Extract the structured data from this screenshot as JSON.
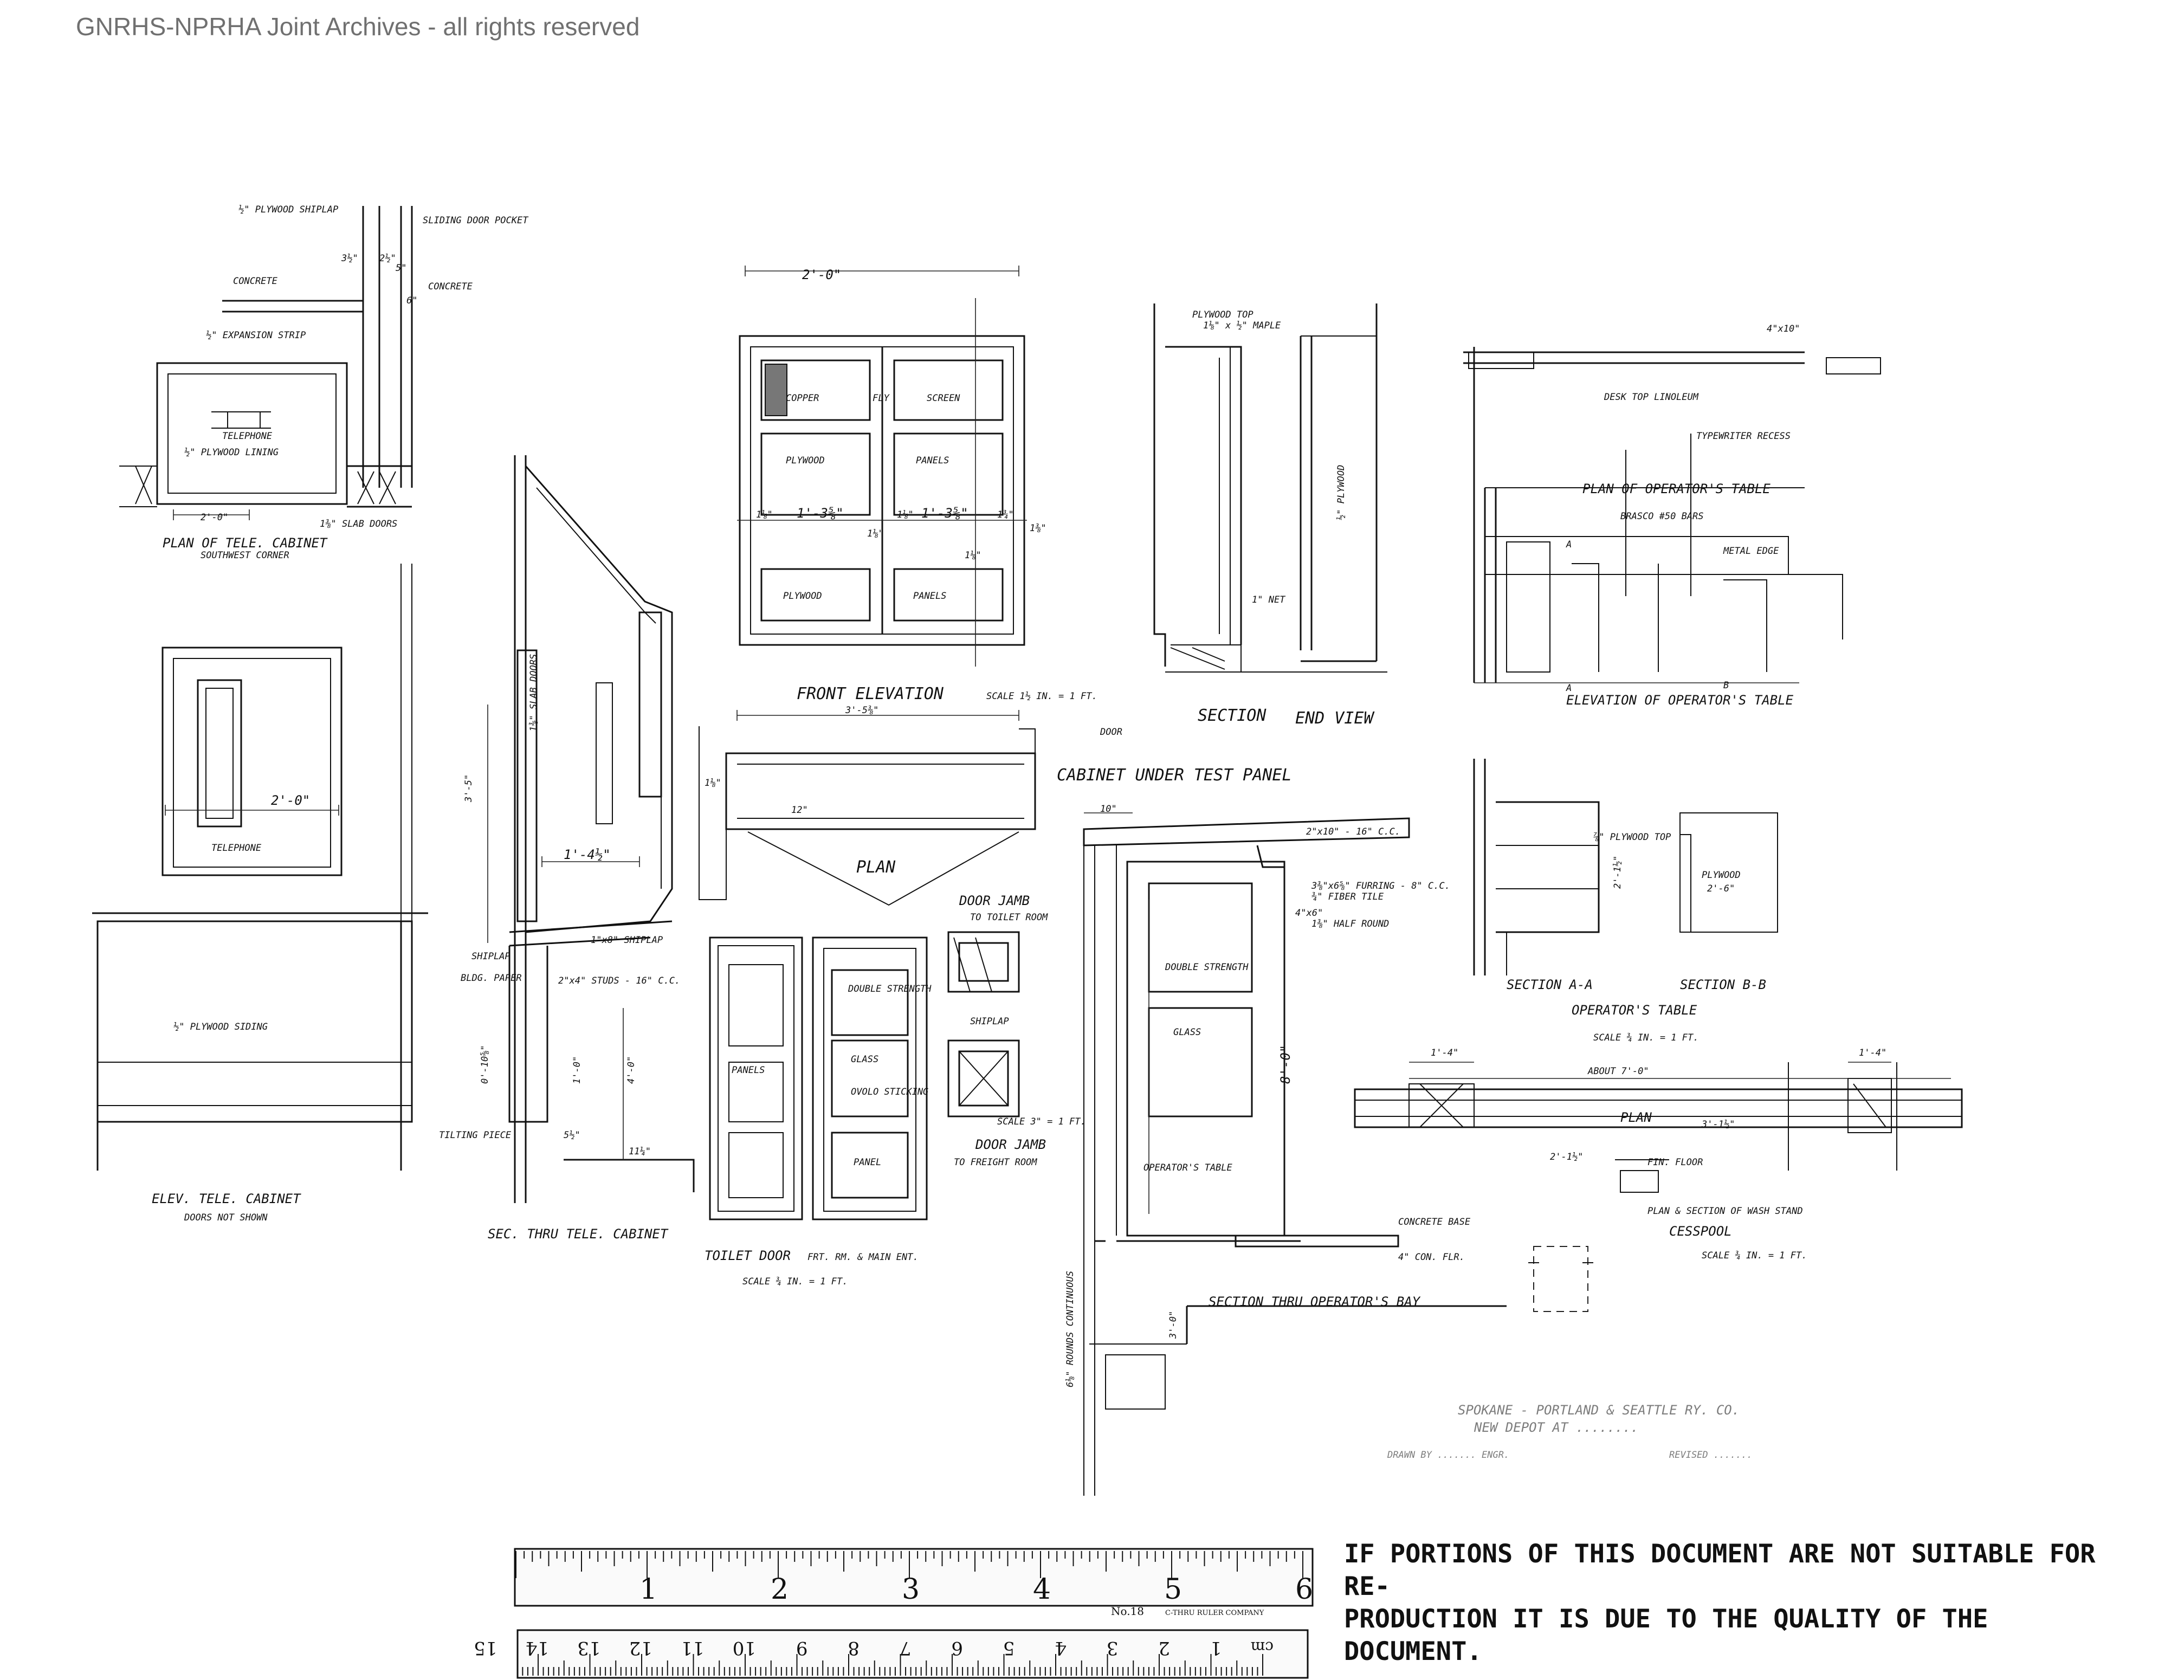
{
  "header": {
    "text": "GNRHS-NPRHA Joint Archives - all rights reserved"
  },
  "views": {
    "tele_plan": {
      "title": "PLAN OF TELE. CABINET",
      "subtitle": "SOUTHWEST CORNER",
      "labels": [
        "½\" PLYWOOD SHIPLAP",
        "SLIDING DOOR POCKET",
        "CONCRETE",
        "CONCRETE",
        "½\" EXPANSION STRIP",
        "TELEPHONE",
        "½\" PLYWOOD LINING",
        "2'-0\"",
        "1⅜\" SLAB DOORS",
        "3½\"",
        "2½\"",
        "5\"",
        "6\""
      ]
    },
    "tele_elev": {
      "title": "ELEV. TELE. CABINET",
      "subtitle": "DOORS NOT SHOWN",
      "labels": [
        "2'-0\"",
        "TELEPHONE",
        "½\" PLYWOOD SIDING"
      ]
    },
    "tele_section": {
      "title": "SEC. THRU TELE. CABINET",
      "labels": [
        "1⅜\" SLAB DOORS",
        "3'-5\"",
        "1'-4½\"",
        "SHIPLAP",
        "BLDG. PAPER",
        "1\"x8\" SHIPLAP",
        "2\"x4\" STUDS - 16\" C.C.",
        "0'-10⅝\"",
        "1'-0\"",
        "4'-0\"",
        "TILTING PIECE",
        "5½\"",
        "11¼\""
      ]
    },
    "front_elev": {
      "title": "FRONT ELEVATION",
      "scale": "SCALE 1½ IN. = 1 FT.",
      "labels": [
        "2'-0\"",
        "COPPER",
        "FLY",
        "SCREEN",
        "PLYWOOD",
        "PANELS",
        "PLYWOOD",
        "PANELS",
        "1'-3⅝\"",
        "1'-3⅝\"",
        "1⅛\"",
        "1⅛\"",
        "1⅜\"",
        "1¾\"",
        "1⅛\"",
        "1⅛\""
      ]
    },
    "section_end": {
      "section_title": "SECTION",
      "end_title": "END VIEW",
      "labels": [
        "PLYWOOD TOP",
        "1⅛\" x ½\" MAPLE",
        "½\" PLYWOOD",
        "1\" NET"
      ]
    },
    "cabinet_plan": {
      "title": "CABINET UNDER TEST PANEL",
      "plan_title": "PLAN",
      "labels": [
        "3'-5⅜\"",
        "DOOR",
        "1⅛\"",
        "12\""
      ]
    },
    "doors": {
      "title": "TOILET DOOR",
      "title2": "FRT. RM. & MAIN ENT.",
      "scale": "SCALE ¾ IN. = 1 FT.",
      "labels": [
        "PANELS",
        "DOUBLE STRENGTH",
        "GLASS",
        "OVOLO STICKING",
        "PANEL"
      ]
    },
    "door_jamb": {
      "title1": "DOOR JAMB",
      "sub1": "TO TOILET ROOM",
      "title2": "DOOR JAMB",
      "sub2": "TO FREIGHT ROOM",
      "scale": "SCALE 3\" = 1 FT.",
      "labels": [
        "SHIPLAP"
      ]
    },
    "operator_bay": {
      "title": "SECTION THRU OPERATOR'S BAY",
      "labels": [
        "10\"",
        "2\"x10\" - 16\" C.C.",
        "3⅜\"x6⅝\" FURRING - 8\" C.C.",
        "¾\" FIBER TILE",
        "4\"x6\"",
        "1⅜\" HALF ROUND",
        "DOUBLE STRENGTH",
        "GLASS",
        "OPERATOR'S TABLE",
        "CONCRETE BASE",
        "4\" CON. FLR.",
        "8'-0\"",
        "6⅛\" ROUNDS CONTINUOUS",
        "3'-0\""
      ]
    },
    "operator_table": {
      "plan_title": "PLAN OF OPERATOR'S TABLE",
      "elev_title": "ELEVATION OF OPERATOR'S TABLE",
      "sec_a": "SECTION A-A",
      "sec_b": "SECTION B-B",
      "title": "OPERATOR'S TABLE",
      "scale": "SCALE ¾ IN. = 1 FT.",
      "labels": [
        "4\"x10\"",
        "DESK TOP LINOLEUM",
        "TYPEWRITER RECESS",
        "BRASCO #50 BARS",
        "METAL EDGE",
        "A",
        "A",
        "B",
        "⅞\" PLYWOOD TOP",
        "PLYWOOD",
        "2'-6\"",
        "2'-1½\""
      ]
    },
    "wash_plan": {
      "title": "PLAN & SECTION OF WASH STAND",
      "title2": "CESSPOOL",
      "scale": "SCALE ¾ IN. = 1 FT.",
      "plan_title": "PLAN",
      "labels": [
        "ABOUT 7'-0\"",
        "1'-4\"",
        "1'-4\"",
        "3'-1½\"",
        "2'-1½\"",
        "FIN. FLOOR"
      ]
    },
    "title_block": {
      "line1": "SPOKANE - PORTLAND & SEATTLE RY. CO.",
      "line2": "NEW DEPOT AT ........",
      "line3": "DRAWN BY ....... ENGR.",
      "line4": "REVISED ......."
    }
  },
  "ruler": {
    "inches": [
      "1",
      "2",
      "3",
      "4",
      "5",
      "6"
    ],
    "model": "No.18",
    "maker": "C-THRU RULER COMPANY",
    "cm": [
      "1",
      "2",
      "3",
      "4",
      "5",
      "6",
      "7",
      "8",
      "9",
      "10",
      "11",
      "12",
      "13",
      "14",
      "15"
    ],
    "cm_unit": "cm"
  },
  "notice": {
    "line1": "IF PORTIONS OF THIS DOCUMENT ARE NOT SUITABLE FOR RE-",
    "line2": "PRODUCTION IT IS DUE TO THE QUALITY OF THE DOCUMENT."
  }
}
